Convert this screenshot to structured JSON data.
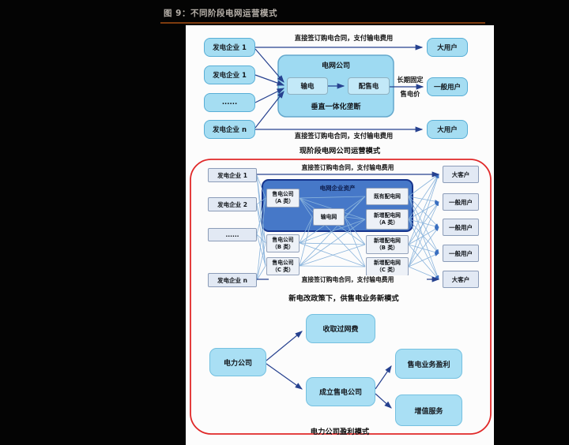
{
  "page": {
    "title": "图 9：不同阶段电网运营模式"
  },
  "colors": {
    "page_bg": "#040404",
    "panel_bg": "#fcfcfc",
    "title_rule": "#7e3c0e",
    "light_blue_box": "#a5ddf2",
    "grid_company_box": "#9edaf2",
    "asset_box_fill": "#4678c8",
    "asset_box_border": "#16348c",
    "gray_blue_box": "#e2e9f4",
    "mesh_line": "#8ab4dc",
    "arrow": "#26418f",
    "highlight_outline": "#e02828"
  },
  "diagram1": {
    "caption": "现阶段电网公司运营模式",
    "top_label": "直接签订购电合同，支付输电费用",
    "bottom_label": "直接签订购电合同，支付输电费用",
    "price_label_top": "长期固定",
    "price_label_bottom": "售电价",
    "generators": [
      "发电企业 1",
      "发电企业 1",
      "......",
      "发电企业 n"
    ],
    "grid_company": {
      "title": "电网公司",
      "transmission": "输电",
      "distribution_sales": "配售电",
      "note": "垂直一体化垄断"
    },
    "users": [
      "大用户",
      "一般用户",
      "大用户"
    ]
  },
  "diagram2": {
    "caption": "新电改政策下，供售电业务新模式",
    "top_label": "直接签订购电合同，支付输电费用",
    "bottom_label": "直接签订购电合同，支付输电费用",
    "generators": [
      "发电企业 1",
      "发电企业 2",
      "......",
      "发电企业 n"
    ],
    "assets_title": "电网企业资产",
    "sale_a": "售电公司\n（A 类）",
    "sale_b": "售电公司\n（B 类）",
    "sale_c": "售电公司\n（C 类）",
    "transmission_net": "输电网",
    "existing_dist": "既有配电网",
    "new_dist_a": "新增配电网\n（A 类）",
    "new_dist_b": "新增配电网\n（B 类）",
    "new_dist_c": "新增配电网\n（C 类）",
    "customers": [
      "大客户",
      "一般用户",
      "一般用户",
      "一般用户",
      "大客户"
    ]
  },
  "diagram3": {
    "caption": "电力公司盈利模式",
    "power_company": "电力公司",
    "collect_fee": "收取过网费",
    "establish_sale": "成立售电公司",
    "sale_profit": "售电业务盈利",
    "value_added": "增值服务"
  }
}
